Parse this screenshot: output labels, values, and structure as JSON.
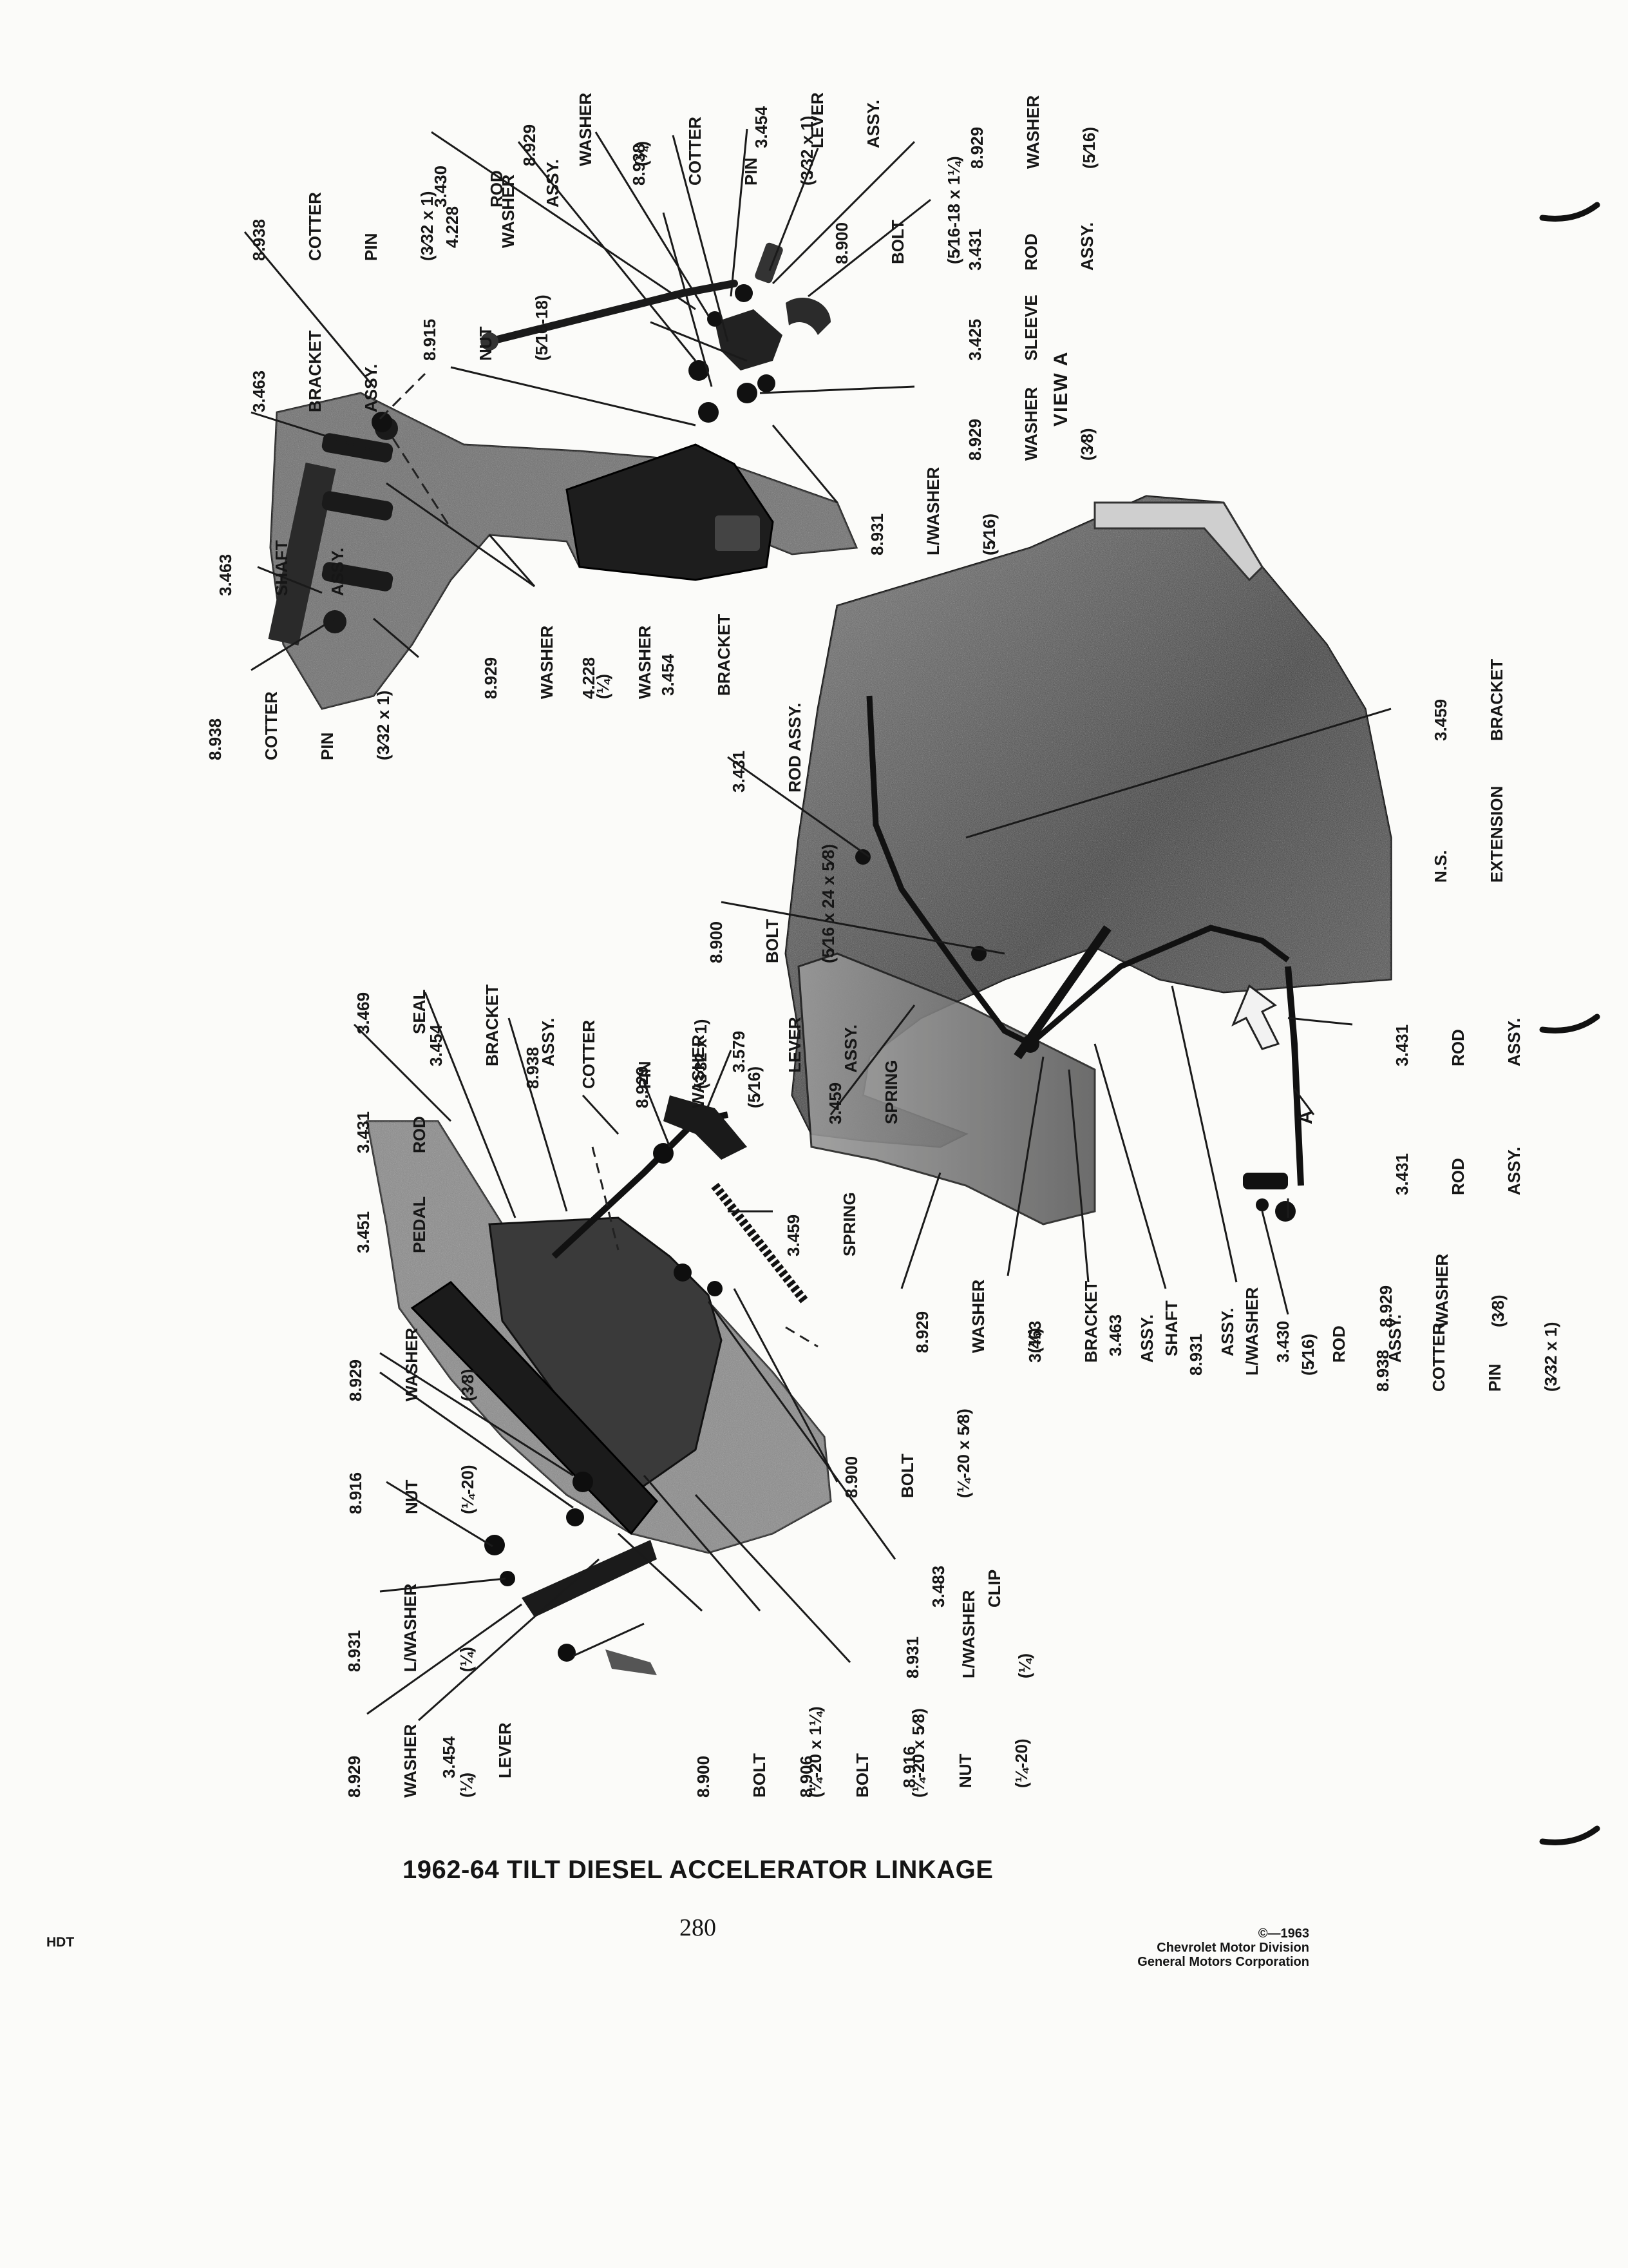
{
  "page": {
    "caption": "1962-64 TILT DIESEL ACCELERATOR LINKAGE",
    "page_number": "280",
    "section_code": "HDT",
    "copyright": {
      "line1": "©—1963",
      "line2": "Chevrolet Motor Division",
      "line3": "General Motors Corporation"
    }
  },
  "view_a": {
    "title": "VIEW A",
    "callouts": {
      "rod_3430": {
        "num": "3.430",
        "name": "ROD",
        "size": "ASSY."
      },
      "washer_8929_top": {
        "num": "8.929",
        "name": "WASHER",
        "size": "(¼)"
      },
      "cotter_8938_top": {
        "num": "8.938",
        "name": "COTTER",
        "name2": "PIN",
        "size": "(3⁄32 x 1)"
      },
      "lever_3454": {
        "num": "3.454",
        "name": "LEVER",
        "size": "ASSY."
      },
      "washer_8929_right": {
        "num": "8.929",
        "name": "WASHER",
        "size": "(5⁄16)"
      },
      "bolt_8900": {
        "num": "8.900",
        "name": "BOLT",
        "size": "(5⁄16-18 x 1¼)"
      },
      "rod_3431": {
        "num": "3.431",
        "name": "ROD",
        "size": "ASSY."
      },
      "sleeve_3425": {
        "num": "3.425",
        "name": "SLEEVE"
      },
      "washer_8929_low": {
        "num": "8.929",
        "name": "WASHER",
        "size": "(3⁄8)"
      },
      "lwasher_8931": {
        "num": "8.931",
        "name": "L/WASHER",
        "size": "(5⁄16)"
      },
      "washer_4228_top": {
        "num": "4.228",
        "name": "WASHER"
      },
      "nut_8915": {
        "num": "8.915",
        "name": "NUT",
        "size": "(5⁄16-18)"
      },
      "cotter_8938_left": {
        "num": "8.938",
        "name": "COTTER",
        "name2": "PIN",
        "size": "(3⁄32 x 1)"
      },
      "bracket_3463": {
        "num": "3.463",
        "name": "BRACKET",
        "size": "ASSY."
      },
      "shaft_3463": {
        "num": "3.463",
        "name": "SHAFT",
        "size": "ASSY."
      },
      "cotter_8938_bottom": {
        "num": "8.938",
        "name": "COTTER",
        "name2": "PIN",
        "size": "(3⁄32 x 1)"
      },
      "washer_8929_bottom": {
        "num": "8.929",
        "name": "WASHER",
        "size": "(¼)"
      },
      "washer_4228_bottom": {
        "num": "4.228",
        "name": "WASHER"
      },
      "bracket_3454": {
        "num": "3.454",
        "name": "BRACKET"
      }
    }
  },
  "engine_view": {
    "arrow_label": "A",
    "callouts": {
      "rod_3431_top": {
        "num": "3.431",
        "name": "ROD ASSY."
      },
      "bracket_3459": {
        "num": "3.459",
        "name": "BRACKET"
      },
      "extension": {
        "num": "N.S.",
        "name": "EXTENSION"
      },
      "bolt_8900": {
        "num": "8.900",
        "name": "BOLT",
        "size": "(5⁄16 x 24 x 5⁄8)"
      },
      "spring_3459": {
        "num": "3.459",
        "name": "SPRING"
      },
      "rod_3431_right": {
        "num": "3.431",
        "name": "ROD",
        "size": "ASSY."
      },
      "rod_3431_mid": {
        "num": "3.431",
        "name": "ROD",
        "size": "ASSY."
      },
      "washer_8929_bottom": {
        "num": "8.929",
        "name": "WASHER",
        "size": "(3⁄8)"
      },
      "cotter_8938": {
        "num": "8.938",
        "name": "COTTER",
        "name2": "PIN",
        "size": "(3⁄32 x 1)"
      },
      "rod_3430": {
        "num": "3.430",
        "name": "ROD",
        "size": "ASSY."
      },
      "lwasher_8931": {
        "num": "8.931",
        "name": "L/WASHER",
        "size": "(5⁄16)"
      },
      "shaft_3463": {
        "num": "3.463",
        "name": "SHAFT",
        "size": "ASSY."
      },
      "bracket_3463": {
        "num": "3.463",
        "name": "BRACKET",
        "size": "ASSY."
      },
      "washer_8929_left": {
        "num": "8.929",
        "name": "WASHER",
        "size": "(¼)"
      }
    }
  },
  "pedal_view": {
    "callouts": {
      "seal_3469": {
        "num": "3.469",
        "name": "SEAL"
      },
      "bracket_3454": {
        "num": "3.454",
        "name": "BRACKET",
        "size": "ASSY."
      },
      "cotter_8938": {
        "num": "8.938",
        "name": "COTTER",
        "name2": "PIN",
        "size": "(3⁄32 x 1)"
      },
      "washer_8929_top": {
        "num": "8.929",
        "name": "WASHER",
        "size": "(5⁄16)"
      },
      "lever_3579": {
        "num": "3.579",
        "name": "LEVER",
        "size": "ASSY."
      },
      "rod_3431": {
        "num": "3.431",
        "name": "ROD"
      },
      "pedal_3451": {
        "num": "3.451",
        "name": "PEDAL"
      },
      "spring_3459": {
        "num": "3.459",
        "name": "SPRING"
      },
      "washer_8929_left": {
        "num": "8.929",
        "name": "WASHER",
        "size": "(3⁄8)"
      },
      "nut_8916_top": {
        "num": "8.916",
        "name": "NUT",
        "size": "(¼-20)"
      },
      "bolt_8900_right": {
        "num": "8.900",
        "name": "BOLT",
        "size": "(¼-20 x 5⁄8)"
      },
      "clip_3483": {
        "num": "3.483",
        "name": "CLIP"
      },
      "lwasher_8931_right": {
        "num": "8.931",
        "name": "L/WASHER",
        "size": "(¼)"
      },
      "lwasher_8931_left": {
        "num": "8.931",
        "name": "L/WASHER",
        "size": "(¼)"
      },
      "washer_8929_bottom": {
        "num": "8.929",
        "name": "WASHER",
        "size": "(¼)"
      },
      "lever_3454": {
        "num": "3.454",
        "name": "LEVER"
      },
      "bolt_8900_bottom": {
        "num": "8.900",
        "name": "BOLT",
        "size": "(¼-20 x 1¼)"
      },
      "bolt_8906": {
        "num": "8.906",
        "name": "BOLT",
        "size": "(¼-20 x 5⁄8)"
      },
      "nut_8916_bottom": {
        "num": "8.916",
        "name": "NUT",
        "size": "(¼-20)"
      }
    }
  }
}
